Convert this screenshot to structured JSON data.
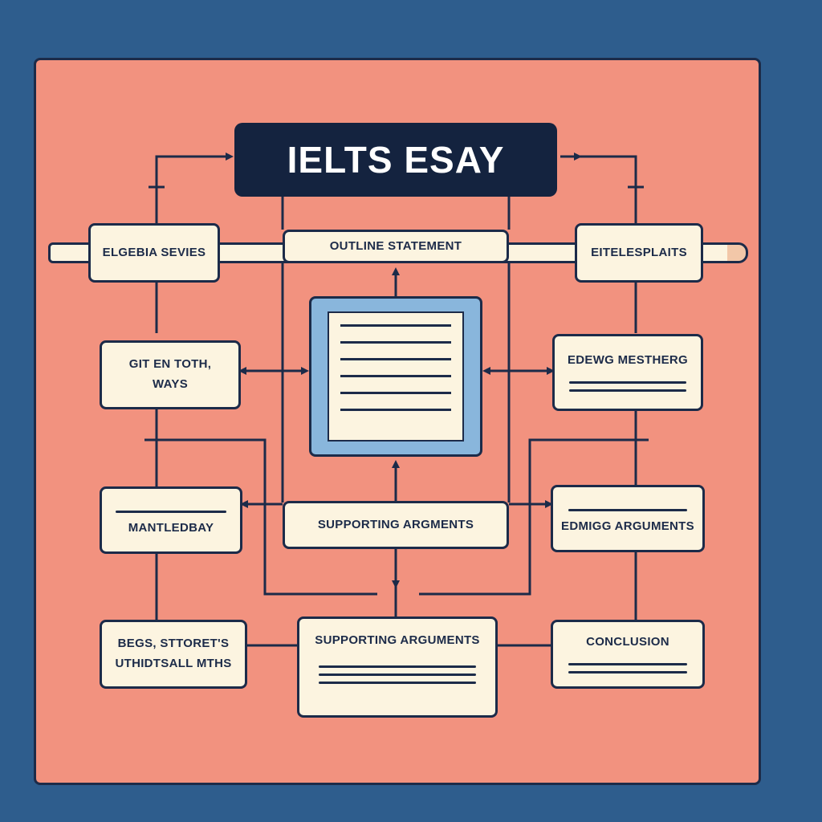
{
  "diagram": {
    "title": "IELTS ESAY",
    "nodes": {
      "top_left": "ELGEBIA SEVIES",
      "outline": "OUTLINE STATEMENT",
      "top_right": "EITELESPLAITS",
      "mid_left_line1": "GIT EN TOTH,",
      "mid_left_line2": "WAYS",
      "mid_right": "EDEWG MESTHERG",
      "row3_left": "MANTLEDBAY",
      "supporting_center": "SUPPORTING ARGMENTS",
      "row3_right": "EDMIGG ARGUMENTS",
      "bottom_left_line1": "BEGS, STTORET'S",
      "bottom_left_line2": "UTHIDTSALL MTHS",
      "bottom_center": "SUPPORTING ARGUMENTS",
      "conclusion": "CONCLUSION"
    },
    "icons": {
      "center": "document-icon",
      "pencil": "pencil-icon"
    },
    "colors": {
      "background": "#2e5d8d",
      "panel": "#f2927f",
      "box": "#fcf4e0",
      "ink": "#1c2b49",
      "document": "#89b6dc"
    }
  }
}
